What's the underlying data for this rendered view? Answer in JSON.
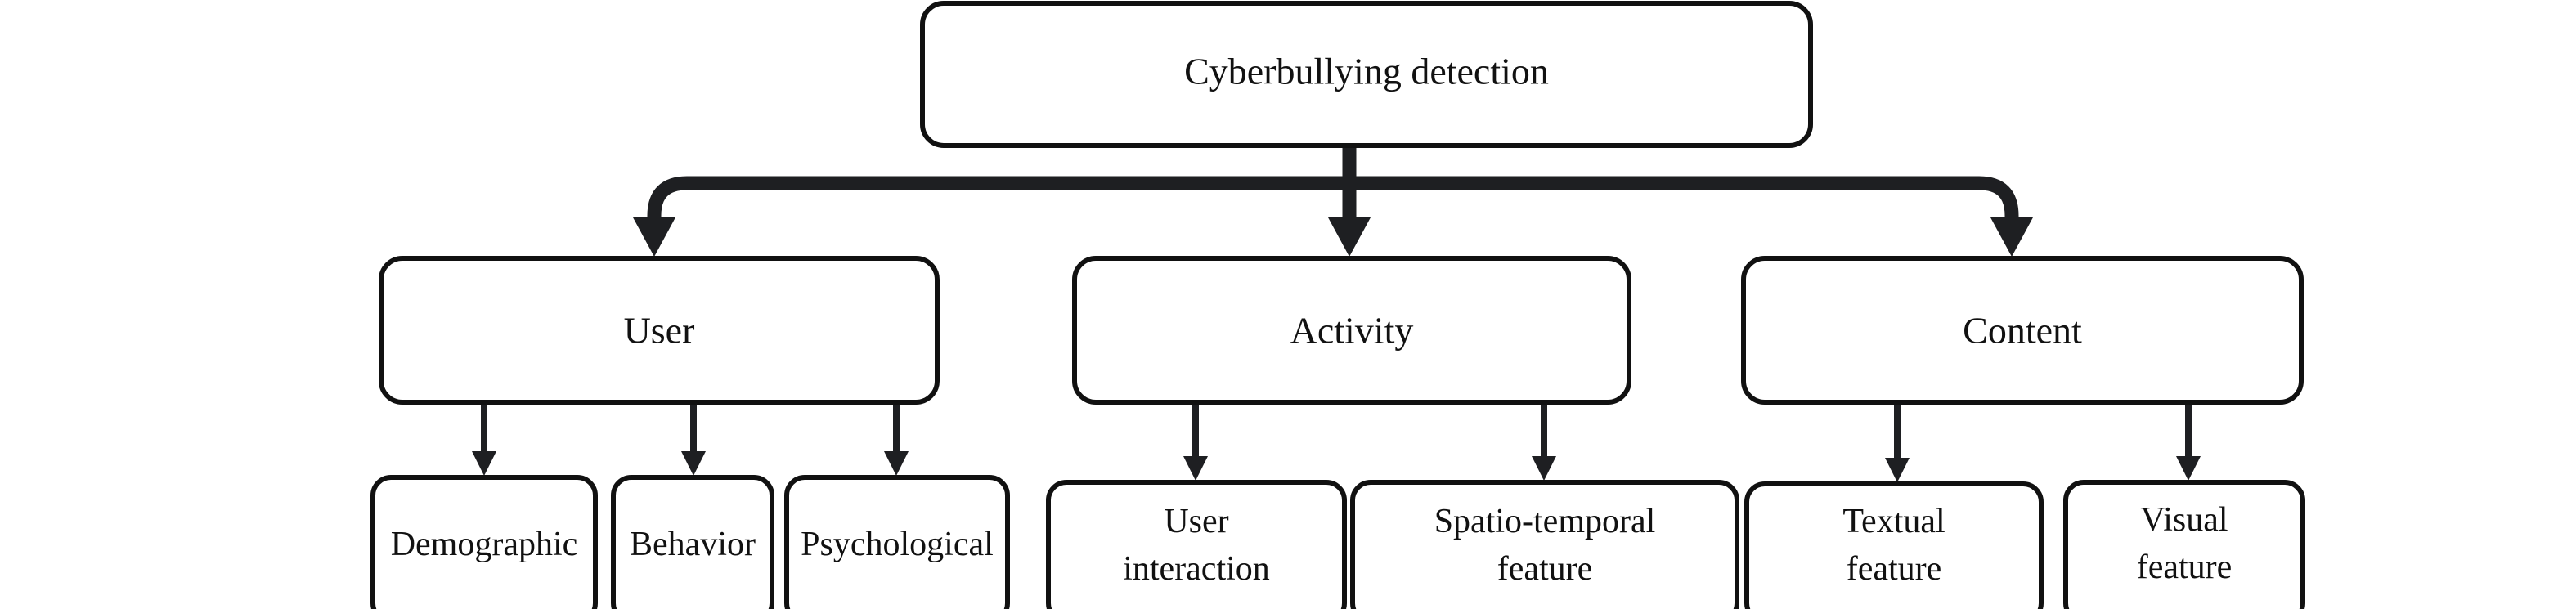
{
  "root": {
    "label": "Cyberbullying detection"
  },
  "categories": [
    {
      "label": "User",
      "children": [
        {
          "lines": [
            "Demographic"
          ]
        },
        {
          "lines": [
            "Behavior"
          ]
        },
        {
          "lines": [
            "Psychological"
          ]
        }
      ]
    },
    {
      "label": "Activity",
      "children": [
        {
          "lines": [
            "User",
            "interaction"
          ]
        },
        {
          "lines": [
            "Spatio-temporal",
            "feature"
          ]
        }
      ]
    },
    {
      "label": "Content",
      "children": [
        {
          "lines": [
            "Textual",
            "feature"
          ]
        },
        {
          "lines": [
            "Visual",
            "feature"
          ]
        }
      ]
    }
  ],
  "colors": {
    "stroke": "#111111",
    "arrow": "#1e1f22",
    "background": "#ffffff"
  }
}
